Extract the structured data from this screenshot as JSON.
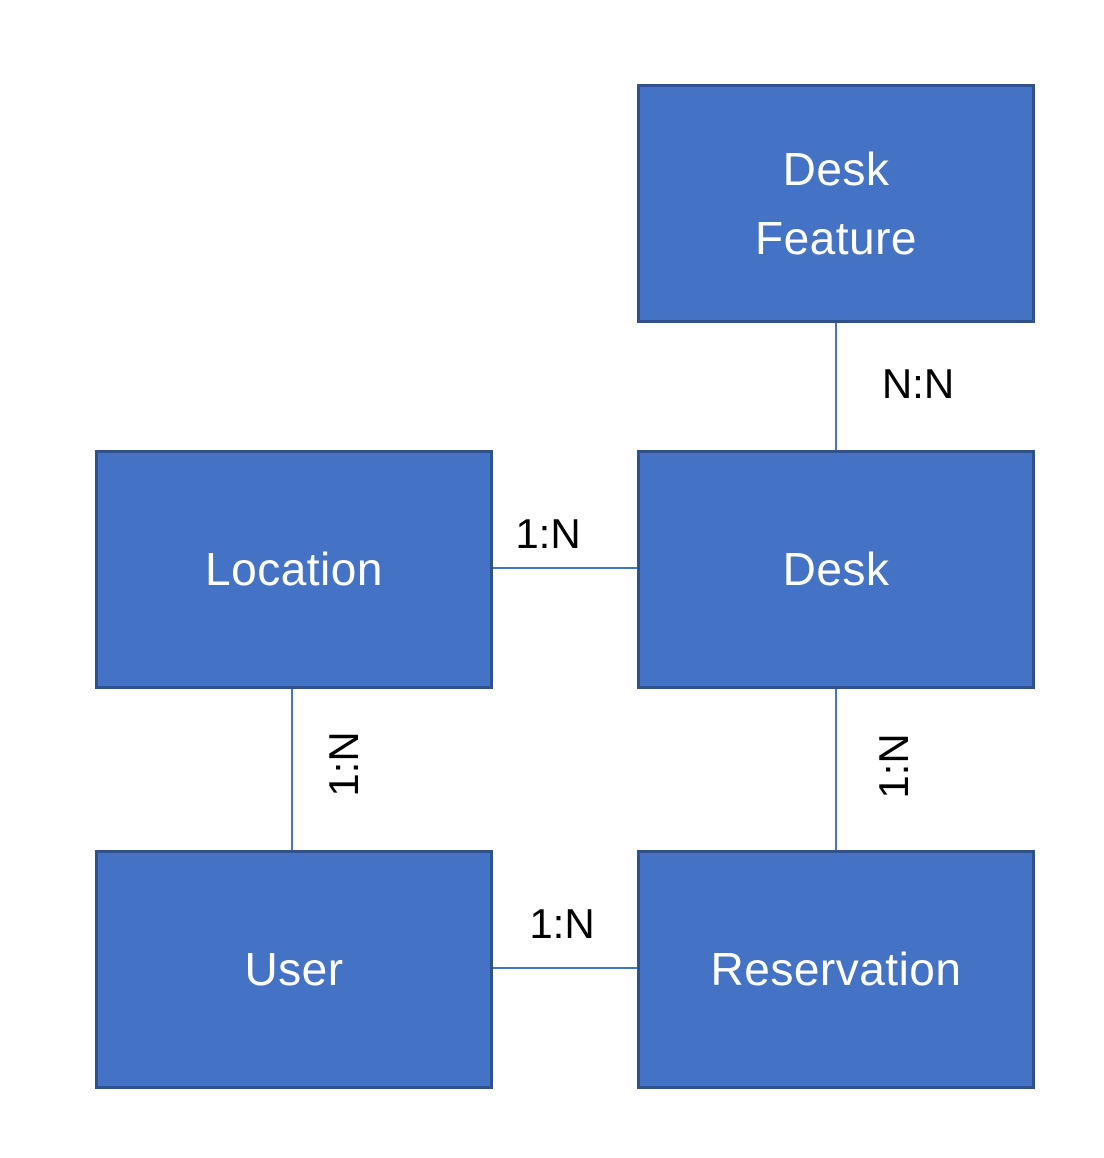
{
  "diagram": {
    "type": "entity-relationship",
    "entities": [
      {
        "id": "desk-feature",
        "label": "Desk\nFeature"
      },
      {
        "id": "location",
        "label": "Location"
      },
      {
        "id": "desk",
        "label": "Desk"
      },
      {
        "id": "user",
        "label": "User"
      },
      {
        "id": "reservation",
        "label": "Reservation"
      }
    ],
    "relationships": [
      {
        "from": "Desk Feature",
        "to": "Desk",
        "label": "N:N",
        "orientation": "vertical"
      },
      {
        "from": "Location",
        "to": "Desk",
        "label": "1:N",
        "orientation": "horizontal"
      },
      {
        "from": "Location",
        "to": "User",
        "label": "1:N",
        "orientation": "vertical"
      },
      {
        "from": "Desk",
        "to": "Reservation",
        "label": "1:N",
        "orientation": "vertical"
      },
      {
        "from": "User",
        "to": "Reservation",
        "label": "1:N",
        "orientation": "horizontal"
      }
    ],
    "colors": {
      "box_fill": "#4472C4",
      "box_border": "#2F528F",
      "connector": "#4472C4",
      "box_text": "#FFFFFF",
      "label_text": "#000000"
    }
  }
}
